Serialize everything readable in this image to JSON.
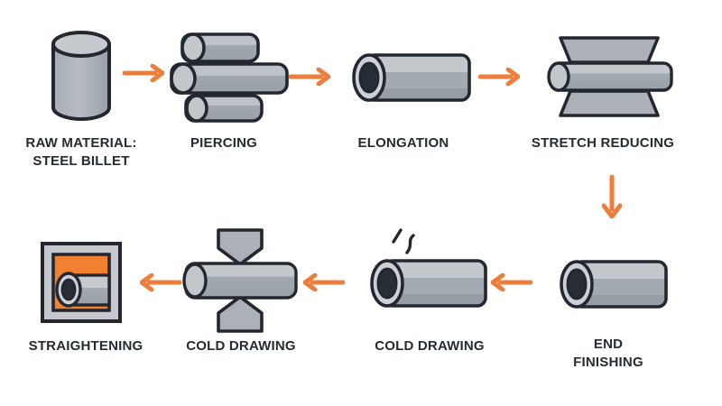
{
  "diagram": {
    "subject": "steel tube manufacturing process flow",
    "colors": {
      "background": "#ffffff",
      "arrow_orange": "#ee7d3b",
      "accent_orange_box": "#f18030",
      "outline_dark": "#232830",
      "metal_mid": "#a3aab1",
      "metal_light": "#c3c8cd",
      "metal_cap_light": "#cdd1d5",
      "hole_dark": "#272e37",
      "label_text": "#252a33"
    },
    "steps": [
      {
        "id": "raw-material",
        "label": "RAW MATERIAL:\nSTEEL BILLET",
        "icon": "steel-billet-cylinder-icon"
      },
      {
        "id": "piercing",
        "label": "PIERCING",
        "icon": "piercing-rollers-icon"
      },
      {
        "id": "elongation",
        "label": "ELONGATION",
        "icon": "hollow-tube-icon"
      },
      {
        "id": "stretch-reducing",
        "label": "STRETCH REDUCING",
        "icon": "tube-between-dies-icon"
      },
      {
        "id": "end-finishing",
        "label": "END\nFINISHING",
        "icon": "hollow-tube-icon"
      },
      {
        "id": "cold-drawing-1",
        "label": "COLD DRAWING",
        "icon": "tube-with-heat-marks-icon"
      },
      {
        "id": "cold-drawing-2",
        "label": "COLD DRAWING",
        "icon": "tube-pressed-by-dies-icon"
      },
      {
        "id": "straightening",
        "label": "STRAIGHTENING",
        "icon": "tube-in-orange-frame-icon"
      }
    ],
    "arrows": [
      {
        "from": "raw-material",
        "to": "piercing",
        "direction": "right"
      },
      {
        "from": "piercing",
        "to": "elongation",
        "direction": "right"
      },
      {
        "from": "elongation",
        "to": "stretch-reducing",
        "direction": "right"
      },
      {
        "from": "stretch-reducing",
        "to": "end-finishing",
        "direction": "down"
      },
      {
        "from": "end-finishing",
        "to": "cold-drawing-1",
        "direction": "left"
      },
      {
        "from": "cold-drawing-1",
        "to": "cold-drawing-2",
        "direction": "left"
      },
      {
        "from": "cold-drawing-2",
        "to": "straightening",
        "direction": "left"
      }
    ]
  }
}
